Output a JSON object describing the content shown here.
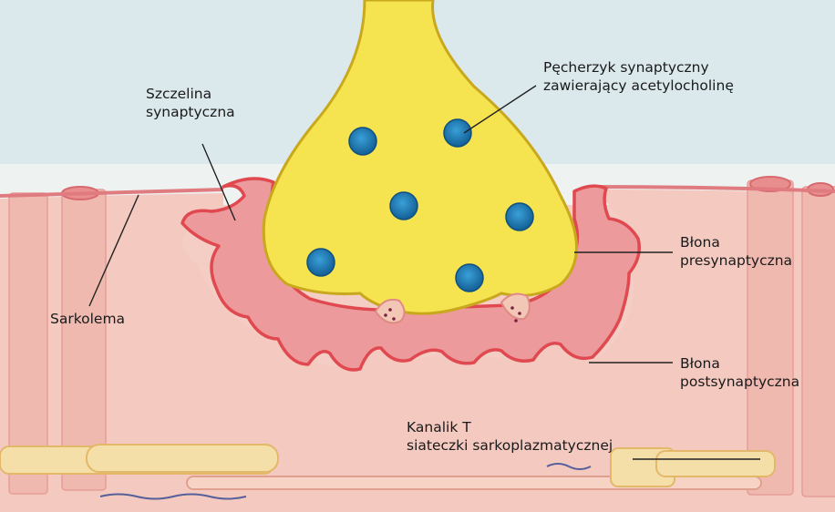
{
  "labels": {
    "szczelina": [
      "Szczelina",
      "synaptyczna"
    ],
    "pecherzyk": [
      "Pęcherzyk synaptyczny",
      "zawierający acetylocholinę"
    ],
    "sarkolema": [
      "Sarkolema"
    ],
    "blona_pre": [
      "Błona",
      "presynaptyczna"
    ],
    "blona_post": [
      "Błona",
      "postsynaptyczna"
    ],
    "kanalik": [
      "Kanalik T",
      "siateczki sarkoplazmatycznej"
    ]
  },
  "colors": {
    "background": "#dbe9ed",
    "muscle": "#f4c9c0",
    "sarcolemma": "#e06a70",
    "terminal": "#f5e350",
    "terminal_outline": "#c9a81e",
    "vesicle": "#1a78b0",
    "tubule": "#f5dfa9"
  }
}
